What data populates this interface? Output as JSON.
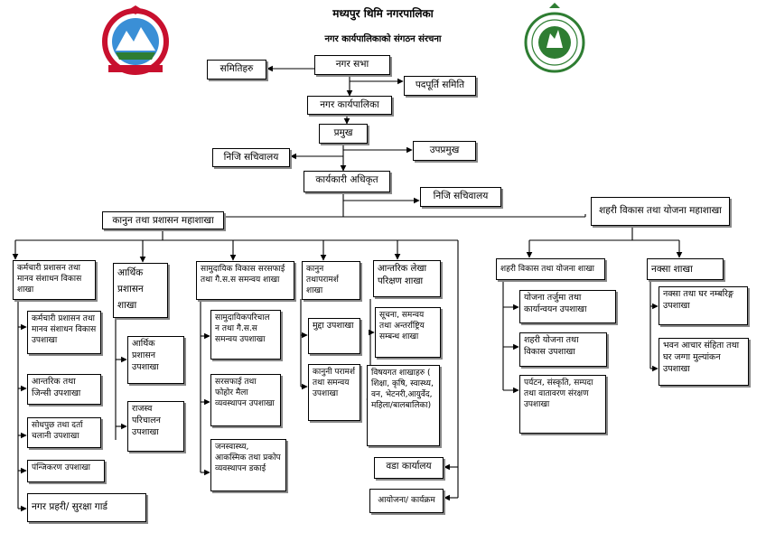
{
  "header": {
    "title": "मध्यपुर थिमि नगरपालिका",
    "subtitle": "नगर कार्यपालिकाको संगठन संरचना"
  },
  "nodes": {
    "nagar_sabha": "नगर सभा",
    "samitiharu": "समितिहरु",
    "padpurti_samiti": "पदपूर्ति समिति",
    "nagar_karyapalika": "नगर कार्यपालिका",
    "pramukh": "प्रमुख",
    "niji_sachivalaya_1": "निजि सचिवालय",
    "upapramukh": "उपप्रमुख",
    "karyakari_adhikrit": "कार्यकारी अधिकृत",
    "niji_sachivalaya_2": "निजि सचिवालय",
    "kanoon_prashasan_mahashakha": "कानुन तथा प्रशासन महाशाखा",
    "shahari_vikas_mahashakha": "शहरी विकास तथा योजना महाशाखा"
  },
  "divisions": {
    "karmachari": "कर्मचारी प्रशासन तथा मानव संशाधन विकास शाखा",
    "arthik": "आर्थिक प्रशासन शाखा",
    "samudayik": "सामुदायिक विकास सरसफाई तथा गै.स.स समन्वय शाखा",
    "kanoon_paramarsha": "कानुन तथापरामर्श शाखा",
    "antarik_lekha": "आन्तरिक लेखा परिक्षण शाखा",
    "shahari_yojana_shakha": "शहरी विकास तथा योजना शाखा",
    "naksa": "नक्सा शाखा"
  },
  "subunits": {
    "karmachari_upashakha": "कर्मचारी प्रशासन तथा मानव संशाधन विकास उपशाखा",
    "antarik_jinsi": "आन्तरिक तथा जिन्सी उपशाखा",
    "sodhpuchh": "सोधपुछ तथा दर्ता चलानी उपशाखा",
    "panjikaran": "पंन्जिकरण उपशाखा",
    "nagar_prahari": "नगर प्रहरी/ सुरक्षा गार्ड",
    "arthik_upashakha": "आर्थिक प्रशासन उपशाखा",
    "rajaswa": "राजस्व परिचालन उपशाखा",
    "samudayik_upashakha": "सामुदायिकपरिचाल न तथा गै.स.स समन्वय उपशाखा",
    "sarsafai": "सरसफाई तथा फोहोर मैला व्यवस्थापन उपशाखा",
    "janaswasthya": "जनस्वास्थ्य, आकस्मिक तथा प्रकोप व्यवस्थापन डकाई",
    "mudda": "मुद्दा उपशाखा",
    "kanooni_paramarsha": "कानुनी परामर्श तथा समन्वय उपशाखा",
    "suchana": "सूचना, समन्वय तथा अन्तर्राष्ट्रिय सम्बन्ध शाखा",
    "vishayagat": "विषयगत शाखाहरु ( शिक्षा, कृषि, स्वास्थ्य, वन, भेटनरी,आयुर्वेद, महिला/बालबालिका)",
    "wada": "वडा कार्यालय",
    "ayojana": "आयोजना/ कार्यक्रम",
    "yojana_tarjuma": "योजना तर्जुमा तथा कार्यान्वयन उपशाखा",
    "shahari_yojana_upashakha": "शहरी योजना तथा विकास उपशाखा",
    "paryatan": "पर्यटन, संस्कृति, सम्पदा तथा वातावरण संरक्षण उपशाखा",
    "naksa_ghar": "नक्सा तथा घर नम्बरिङ्ग उपशाखा",
    "bhawan_achar": "भवन आचार संहिता तथा घर जग्गा मुल्यांकन उपशाखा"
  },
  "colors": {
    "nepal_red": "#c8102e",
    "nepal_blue": "#003893",
    "seal_green": "#2e7d32"
  }
}
